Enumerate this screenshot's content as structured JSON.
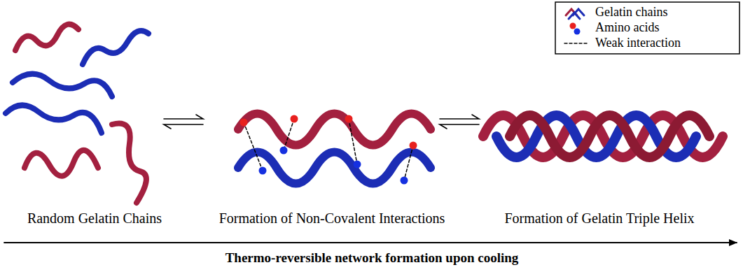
{
  "diagram": {
    "labels": [
      "Random Gelatin Chains",
      "Formation of Non-Covalent Interactions",
      "Formation of Gelatin Triple Helix",
      "Thermo-reversible network formation upon cooling"
    ],
    "legend": [
      {
        "text": "Gelatin chains"
      },
      {
        "text": "Amino acids"
      },
      {
        "text": "Weak interaction"
      }
    ]
  }
}
